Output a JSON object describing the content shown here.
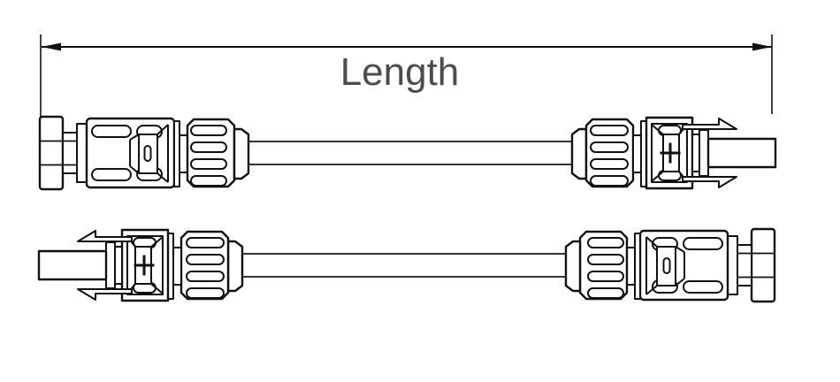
{
  "diagram": {
    "label": "Length",
    "colors": {
      "line": "#111111",
      "label": "#4d4d4d",
      "background": "#ffffff"
    },
    "rows": [
      {
        "name": "cable-assembly-top",
        "left_connector": "female-connector-minus",
        "right_connector": "male-connector-plus"
      },
      {
        "name": "cable-assembly-bottom",
        "left_connector": "male-connector-plus",
        "right_connector": "female-connector-minus"
      }
    ],
    "markings": {
      "male_polarity": "+",
      "female_polarity": "-"
    }
  }
}
